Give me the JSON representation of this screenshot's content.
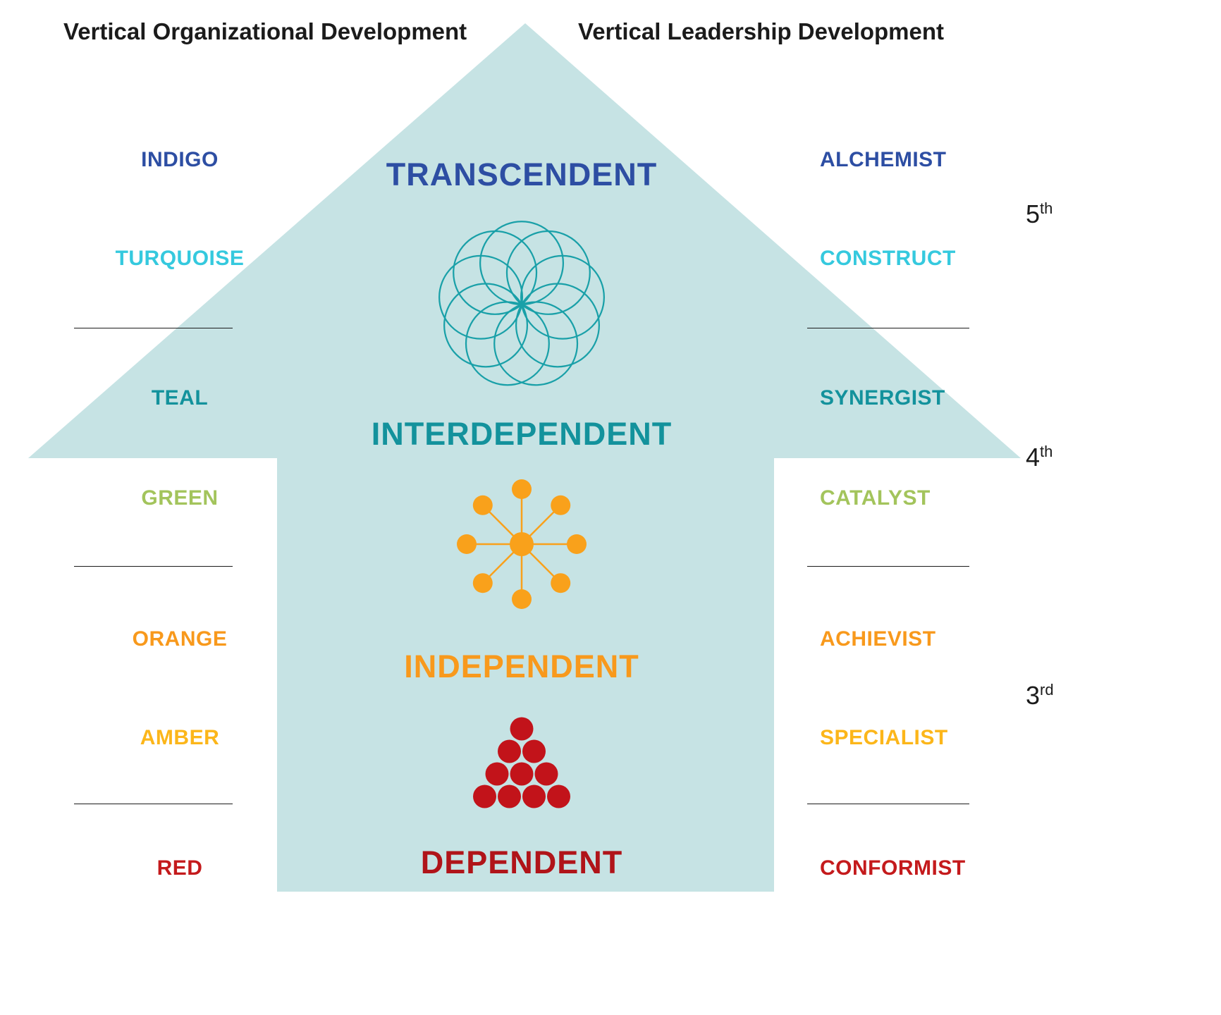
{
  "titles": {
    "left": "Vertical Organizational Development",
    "right": "Vertical Leadership Development"
  },
  "colors": {
    "arrow_fill": "#c6e3e4",
    "title_text": "#1b1b1b",
    "divider": "#1b1b1b"
  },
  "stages": [
    {
      "label": "TRANSCENDENT",
      "color": "#2d4ea3"
    },
    {
      "label": "INTERDEPENDENT",
      "color": "#13929c"
    },
    {
      "label": "INDEPENDENT",
      "color": "#f8991c"
    },
    {
      "label": "DEPENDENT",
      "color": "#b01419"
    }
  ],
  "icons": [
    {
      "name": "torus-circles-icon",
      "stage": "INTERDEPENDENT",
      "color": "#19a0a8"
    },
    {
      "name": "hub-spoke-icon",
      "stage": "INDEPENDENT",
      "color": "#f9a11b"
    },
    {
      "name": "circle-pyramid-icon",
      "stage": "DEPENDENT",
      "color": "#c2131a"
    }
  ],
  "organizational_levels": [
    {
      "label": "INDIGO",
      "color": "#2d4ea3"
    },
    {
      "label": "TURQUOISE",
      "color": "#35c9de"
    },
    {
      "label": "TEAL",
      "color": "#13929c"
    },
    {
      "label": "GREEN",
      "color": "#a3c45c"
    },
    {
      "label": "ORANGE",
      "color": "#f8991c"
    },
    {
      "label": "AMBER",
      "color": "#fcb61a"
    },
    {
      "label": "RED",
      "color": "#c41a1c"
    }
  ],
  "leadership_levels": [
    {
      "label": "ALCHEMIST",
      "color": "#2d4ea3"
    },
    {
      "label": "CONSTRUCT",
      "color": "#35c9de"
    },
    {
      "label": "SYNERGIST",
      "color": "#13929c"
    },
    {
      "label": "CATALYST",
      "color": "#a3c45c"
    },
    {
      "label": "ACHIEVIST",
      "color": "#f8991c"
    },
    {
      "label": "SPECIALIST",
      "color": "#fcb61a"
    },
    {
      "label": "CONFORMIST",
      "color": "#c41a1c"
    }
  ],
  "ordinals": [
    {
      "number": "5",
      "suffix": "th"
    },
    {
      "number": "4",
      "suffix": "th"
    },
    {
      "number": "3",
      "suffix": "rd"
    }
  ]
}
